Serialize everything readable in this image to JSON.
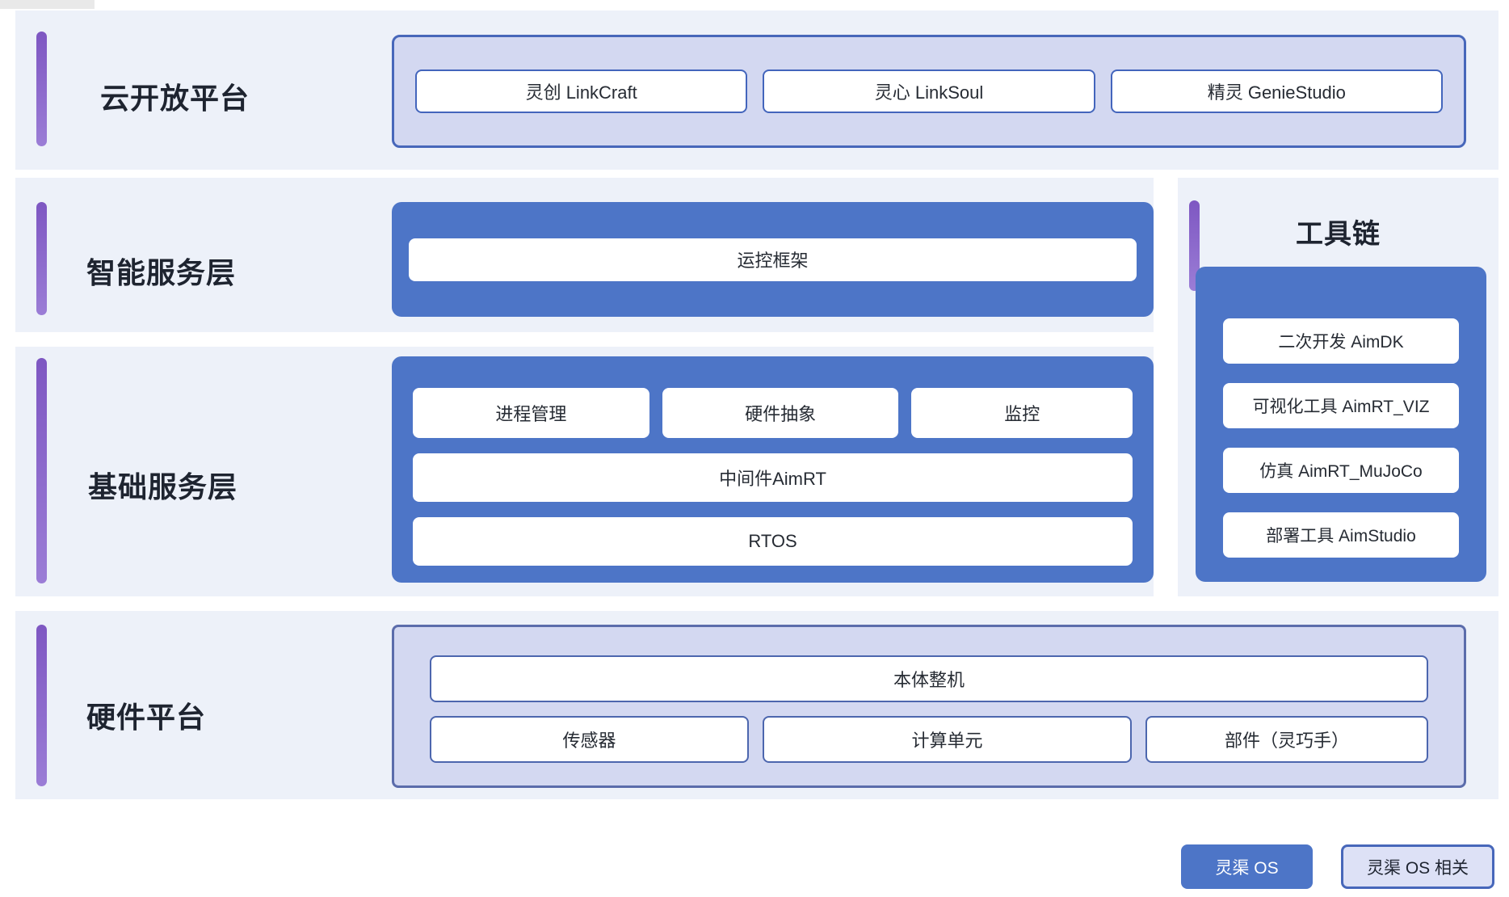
{
  "sections": {
    "cloud": {
      "title": "云开放平台",
      "items": [
        "灵创 LinkCraft",
        "灵心 LinkSoul",
        "精灵 GenieStudio"
      ]
    },
    "intelligent": {
      "title": "智能服务层",
      "items": [
        "运控框架"
      ]
    },
    "foundation": {
      "title": "基础服务层",
      "row1": [
        "进程管理",
        "硬件抽象",
        "监控"
      ],
      "row2": "中间件AimRT",
      "row3": "RTOS"
    },
    "toolchain": {
      "title": "工具链",
      "items": [
        "二次开发 AimDK",
        "可视化工具 AimRT_VIZ",
        "仿真 AimRT_MuJoCo",
        "部署工具 AimStudio"
      ]
    },
    "hardware": {
      "title": "硬件平台",
      "full_width_item": "本体整机",
      "items": [
        "传感器",
        "计算单元",
        "部件（灵巧手）"
      ]
    }
  },
  "legend": {
    "os_label": "灵渠 OS",
    "related_label": "灵渠 OS 相关"
  },
  "colors": {
    "blue_fill": "#4d75c7",
    "blue_border": "#4365bc",
    "lavender_fill": "#d3d8f1",
    "panel_bg": "#edf1f9",
    "accent_purple": "#8a66cc",
    "title_text": "#1e2430"
  }
}
